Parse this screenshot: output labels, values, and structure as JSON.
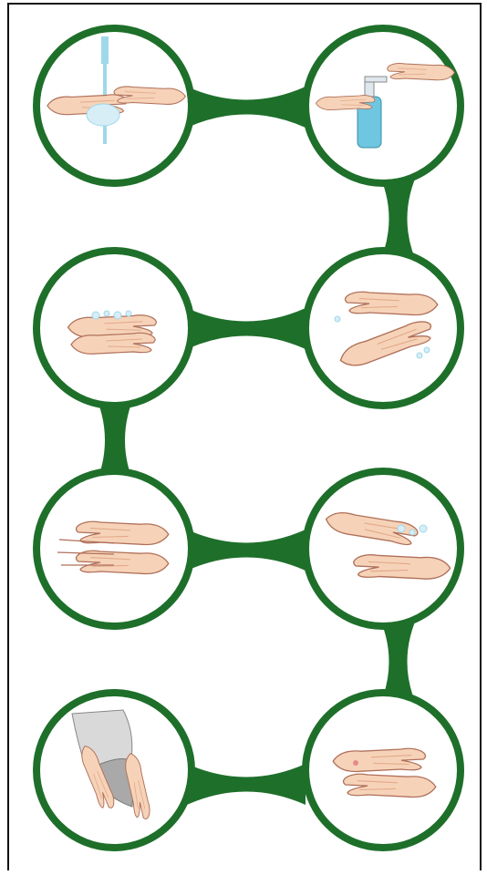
{
  "colors": {
    "ring": "#1e6f2a",
    "skin": "#f6d3b8",
    "skin_shade": "#e3a98a",
    "outline": "#b0705a",
    "water": "#9fd8ea",
    "foam": "#d7eef7",
    "bottle": "#6ec6e0",
    "towel": "#a9a9a9",
    "background": "#ffffff",
    "border": "#111111"
  },
  "steps": [
    {
      "id": 1,
      "illustration": "wet-hands-under-tap-icon"
    },
    {
      "id": 2,
      "illustration": "apply-soap-dispenser-icon"
    },
    {
      "id": 3,
      "illustration": "rub-palms-together-icon"
    },
    {
      "id": 4,
      "illustration": "rub-back-of-hands-icon"
    },
    {
      "id": 5,
      "illustration": "interlace-fingers-icon"
    },
    {
      "id": 6,
      "illustration": "rub-thumbs-icon"
    },
    {
      "id": 7,
      "illustration": "dry-with-towel-icon"
    },
    {
      "id": 8,
      "illustration": "rub-fingertips-in-palm-icon"
    }
  ]
}
